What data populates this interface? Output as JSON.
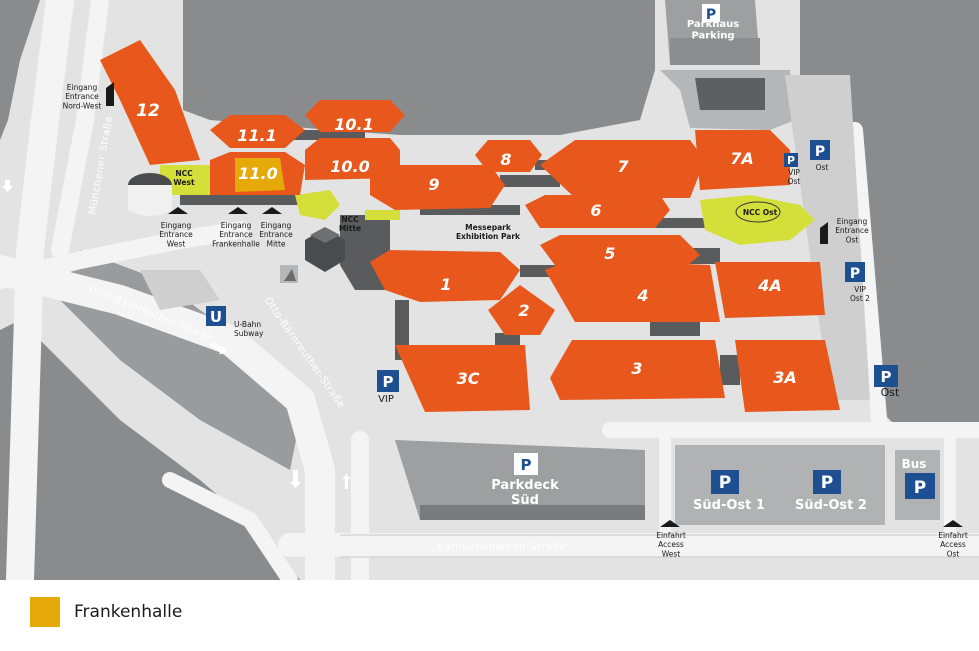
{
  "halls": [
    {
      "id": "12",
      "label": "12"
    },
    {
      "id": "11-1",
      "label": "11.1"
    },
    {
      "id": "11-0",
      "label": "11.0"
    },
    {
      "id": "10-1",
      "label": "10.1"
    },
    {
      "id": "10-0",
      "label": "10.0"
    },
    {
      "id": "9",
      "label": "9"
    },
    {
      "id": "8",
      "label": "8"
    },
    {
      "id": "7",
      "label": "7"
    },
    {
      "id": "7a",
      "label": "7A"
    },
    {
      "id": "6",
      "label": "6"
    },
    {
      "id": "5",
      "label": "5"
    },
    {
      "id": "4",
      "label": "4"
    },
    {
      "id": "4a",
      "label": "4A"
    },
    {
      "id": "3",
      "label": "3"
    },
    {
      "id": "3a",
      "label": "3A"
    },
    {
      "id": "3c",
      "label": "3C"
    },
    {
      "id": "2",
      "label": "2"
    },
    {
      "id": "1",
      "label": "1"
    }
  ],
  "ncc": {
    "west": "NCC\nWest",
    "mitte": "NCC\nMitte",
    "ost": "NCC Ost"
  },
  "entrances": {
    "nord_west": "Eingang\nEntrance\nNord-West",
    "west": "Eingang\nEntrance\nWest",
    "frankenhalle": "Eingang\nEntrance\nFrankenhalle",
    "mitte": "Eingang\nEntrance\nMitte",
    "ost": "Eingang\nEntrance\nOst"
  },
  "access": {
    "west": "Einfahrt\nAccess\nWest",
    "ost": "Einfahrt\nAccess\nOst"
  },
  "messepark": "Messepark\nExhibition Park",
  "ubahn": {
    "letter": "U",
    "label": "U-Bahn\nSubway"
  },
  "parking": {
    "parkhaus": "Parkhaus\nParking",
    "vip_ost": "VIP\nOst",
    "ost": "Ost",
    "vip_ost_2": "VIP\nOst 2",
    "ost_lower": "Ost",
    "vip": "VIP",
    "parkdeck_sued": "Parkdeck\nSüd",
    "sued_ost_1": "Süd-Ost 1",
    "sued_ost_2": "Süd-Ost 2",
    "bus": "Bus",
    "letter": "P"
  },
  "streets": {
    "muenchener": "Münchener Straße",
    "otto_left": "Otto-Bärnreuther-Straße",
    "otto_right": "Otto-Bärnreuther-Straße",
    "karl": "Karl-Schönleben-Straße"
  },
  "legend": {
    "label": "Frankenhalle",
    "color": "#e6a90a"
  },
  "colors": {
    "hall": "#e8581c",
    "frankenhalle": "#e6a90a",
    "ncc": "#d5df3a",
    "parking_blue": "#1d4f91"
  }
}
